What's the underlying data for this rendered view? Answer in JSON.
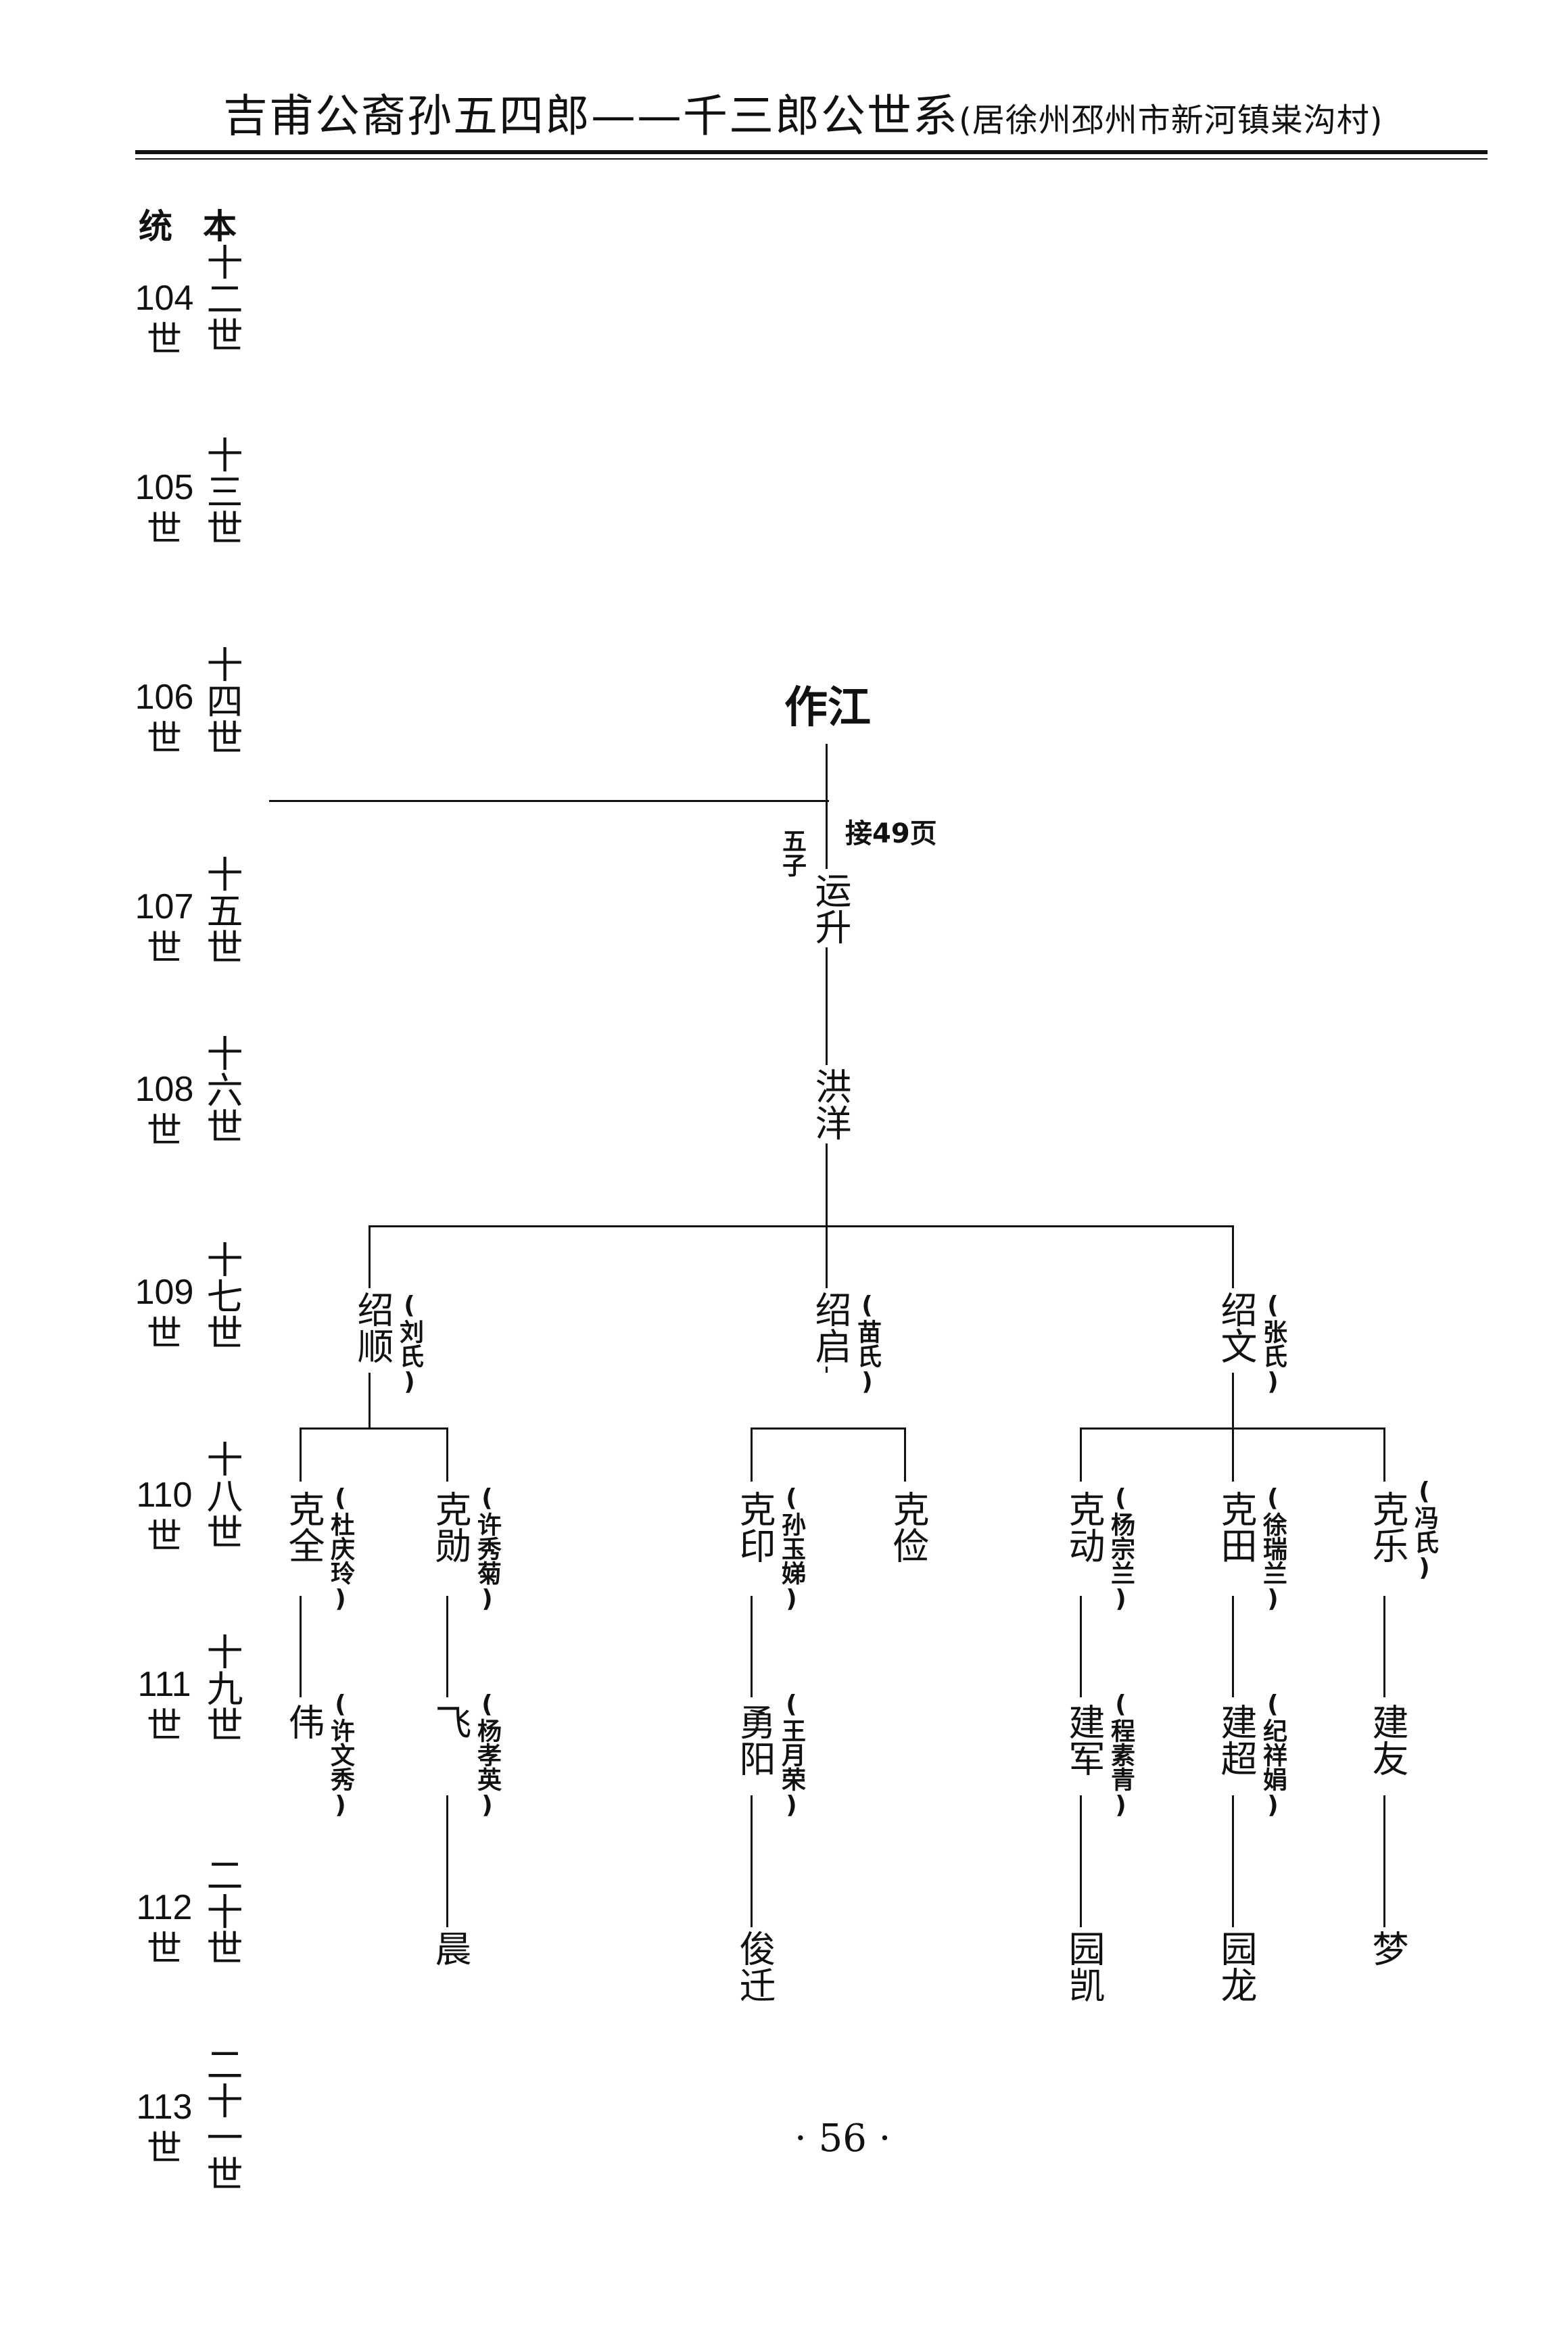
{
  "header": {
    "title": "吉甫公裔孙五四郎——千三郎公世系",
    "subtitle": "(居徐州邳州市新河镇粜沟村)"
  },
  "columns": {
    "tong": "统",
    "ben": "本"
  },
  "generations": [
    {
      "num": "104",
      "shi": "世",
      "cn": "十二世"
    },
    {
      "num": "105",
      "shi": "世",
      "cn": "十三世"
    },
    {
      "num": "106",
      "shi": "世",
      "cn": "十四世"
    },
    {
      "num": "107",
      "shi": "世",
      "cn": "十五世"
    },
    {
      "num": "108",
      "shi": "世",
      "cn": "十六世"
    },
    {
      "num": "109",
      "shi": "世",
      "cn": "十七世"
    },
    {
      "num": "110",
      "shi": "世",
      "cn": "十八世"
    },
    {
      "num": "111",
      "shi": "世",
      "cn": "十九世"
    },
    {
      "num": "112",
      "shi": "世",
      "cn": "二十世"
    },
    {
      "num": "113",
      "shi": "世",
      "cn": "二十一世"
    }
  ],
  "tree": {
    "root": "作江",
    "continue_note": "接49页",
    "sons_note": "五子",
    "yunsheng": "运升",
    "hongyang": "洪洋",
    "shaoshun": {
      "name": "绍顺",
      "spouse": "(刘氏)"
    },
    "shaoqi": {
      "name": "绍启",
      "spouse": "(苗氏)"
    },
    "shaowen": {
      "name": "绍文",
      "spouse": "(张氏)"
    },
    "kequan": {
      "name": "克全",
      "spouse": "(杜庆玲)"
    },
    "kexun": {
      "name": "克勋",
      "spouse": "(许秀菊)"
    },
    "keyin": {
      "name": "克印",
      "spouse": "(孙玉娣)"
    },
    "kejian": {
      "name": "克俭"
    },
    "kedong": {
      "name": "克动",
      "spouse": "(杨宗兰)"
    },
    "ketian": {
      "name": "克田",
      "spouse": "(徐瑞兰)"
    },
    "kele": {
      "name": "克乐",
      "spouse": "(冯氏)"
    },
    "wei": {
      "name": "伟",
      "spouse": "(许文秀)"
    },
    "fei": {
      "name": "飞",
      "spouse": "(杨孝英)"
    },
    "yongyang": {
      "name": "勇阳",
      "spouse": "(王月荣)"
    },
    "jianjun": {
      "name": "建军",
      "spouse": "(程素青)"
    },
    "jianchao": {
      "name": "建超",
      "spouse": "(纪祥娟)"
    },
    "jianyou": {
      "name": "建友"
    },
    "chen": {
      "name": "晨"
    },
    "junqian": {
      "name": "俊迁"
    },
    "yuankai": {
      "name": "园凯"
    },
    "yuanlong": {
      "name": "园龙"
    },
    "meng": {
      "name": "梦"
    }
  },
  "footer": {
    "page_number": "· 56 ·"
  }
}
